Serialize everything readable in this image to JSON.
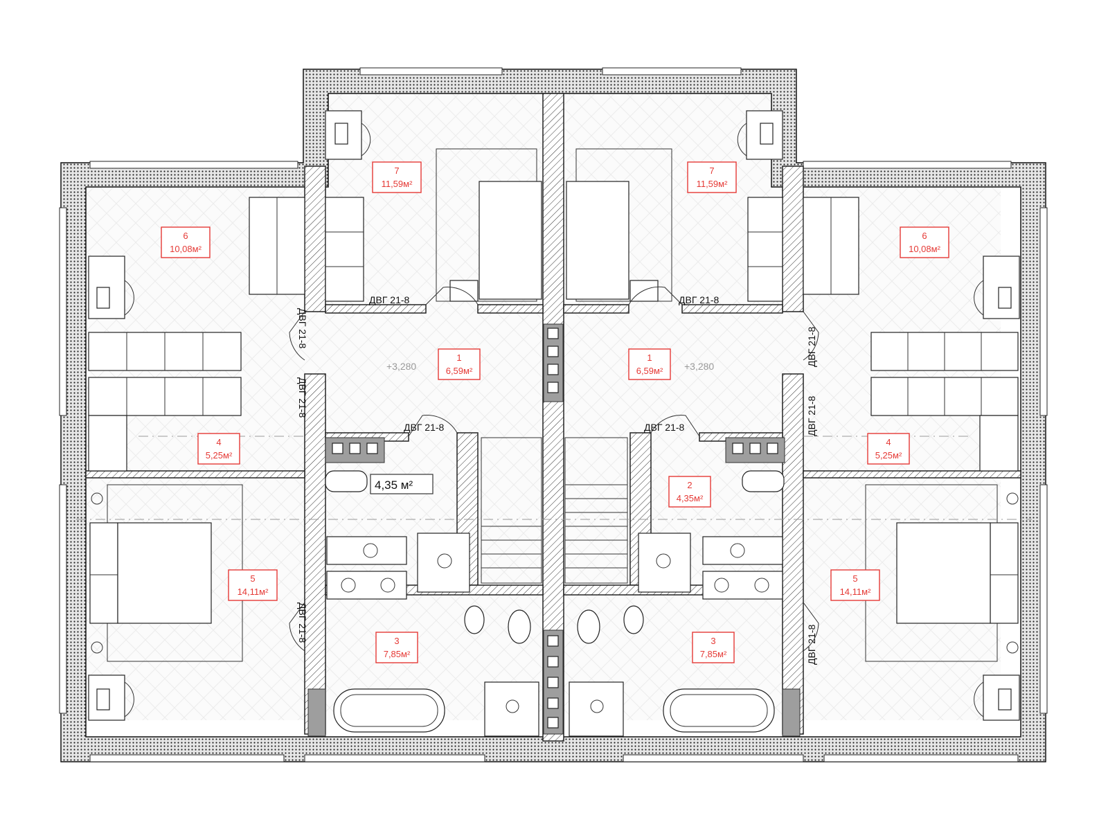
{
  "rooms": [
    {
      "id": "room-7-left",
      "number": "7",
      "area": "11,59м²"
    },
    {
      "id": "room-7-right",
      "number": "7",
      "area": "11,59м²"
    },
    {
      "id": "room-6-left",
      "number": "6",
      "area": "10,08м²"
    },
    {
      "id": "room-6-right",
      "number": "6",
      "area": "10,08м²"
    },
    {
      "id": "room-1-left",
      "number": "1",
      "area": "6,59м²"
    },
    {
      "id": "room-1-right",
      "number": "1",
      "area": "6,59м²"
    },
    {
      "id": "room-4-left",
      "number": "4",
      "area": "5,25м²"
    },
    {
      "id": "room-4-right",
      "number": "4",
      "area": "5,25м²"
    },
    {
      "id": "room-2-right",
      "number": "2",
      "area": "4,35м²"
    },
    {
      "id": "room-5-left",
      "number": "5",
      "area": "14,11м²"
    },
    {
      "id": "room-5-right",
      "number": "5",
      "area": "14,11м²"
    },
    {
      "id": "room-3-left",
      "number": "3",
      "area": "7,85м²"
    },
    {
      "id": "room-3-right",
      "number": "3",
      "area": "7,85м²"
    }
  ],
  "area_box": {
    "text": "4,35 м²"
  },
  "levels": {
    "left": "+3,280",
    "right": "+3,280"
  },
  "door_tag": "ДВГ 21-8"
}
